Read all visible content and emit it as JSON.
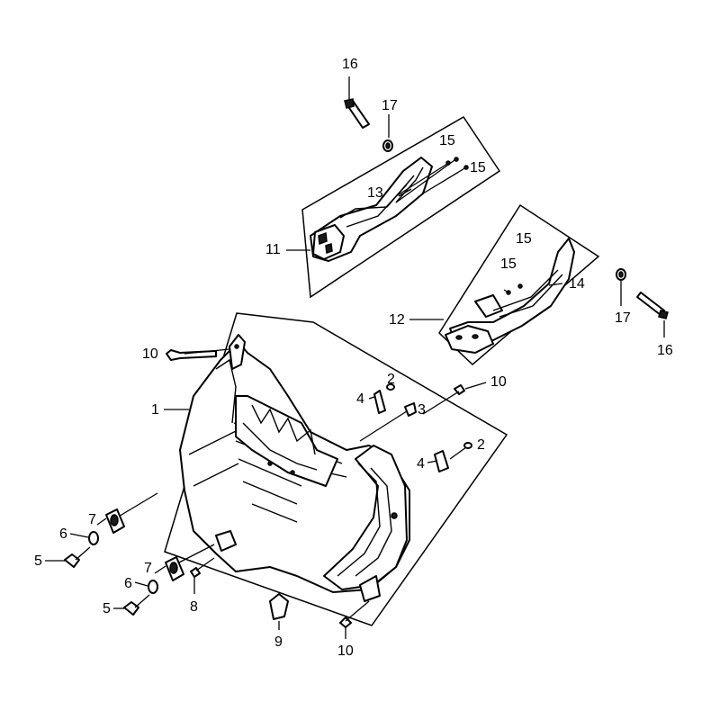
{
  "callouts": [
    {
      "id": "c16a",
      "text": "16"
    },
    {
      "id": "c17a",
      "text": "17"
    },
    {
      "id": "c15a",
      "text": "15"
    },
    {
      "id": "c15b",
      "text": "15"
    },
    {
      "id": "c13",
      "text": "13"
    },
    {
      "id": "c11",
      "text": "11"
    },
    {
      "id": "c15c",
      "text": "15"
    },
    {
      "id": "c15d",
      "text": "15"
    },
    {
      "id": "c14",
      "text": "14"
    },
    {
      "id": "c12",
      "text": "12"
    },
    {
      "id": "c17b",
      "text": "17"
    },
    {
      "id": "c16b",
      "text": "16"
    },
    {
      "id": "c10a",
      "text": "10"
    },
    {
      "id": "c1",
      "text": "1"
    },
    {
      "id": "c2a",
      "text": "2"
    },
    {
      "id": "c4a",
      "text": "4"
    },
    {
      "id": "c10b",
      "text": "10"
    },
    {
      "id": "c3",
      "text": "3"
    },
    {
      "id": "c2b",
      "text": "2"
    },
    {
      "id": "c4b",
      "text": "4"
    },
    {
      "id": "c7a",
      "text": "7"
    },
    {
      "id": "c6a",
      "text": "6"
    },
    {
      "id": "c5a",
      "text": "5"
    },
    {
      "id": "c7b",
      "text": "7"
    },
    {
      "id": "c6b",
      "text": "6"
    },
    {
      "id": "c5b",
      "text": "5"
    },
    {
      "id": "c8",
      "text": "8"
    },
    {
      "id": "c9",
      "text": "9"
    },
    {
      "id": "c10c",
      "text": "10"
    }
  ]
}
